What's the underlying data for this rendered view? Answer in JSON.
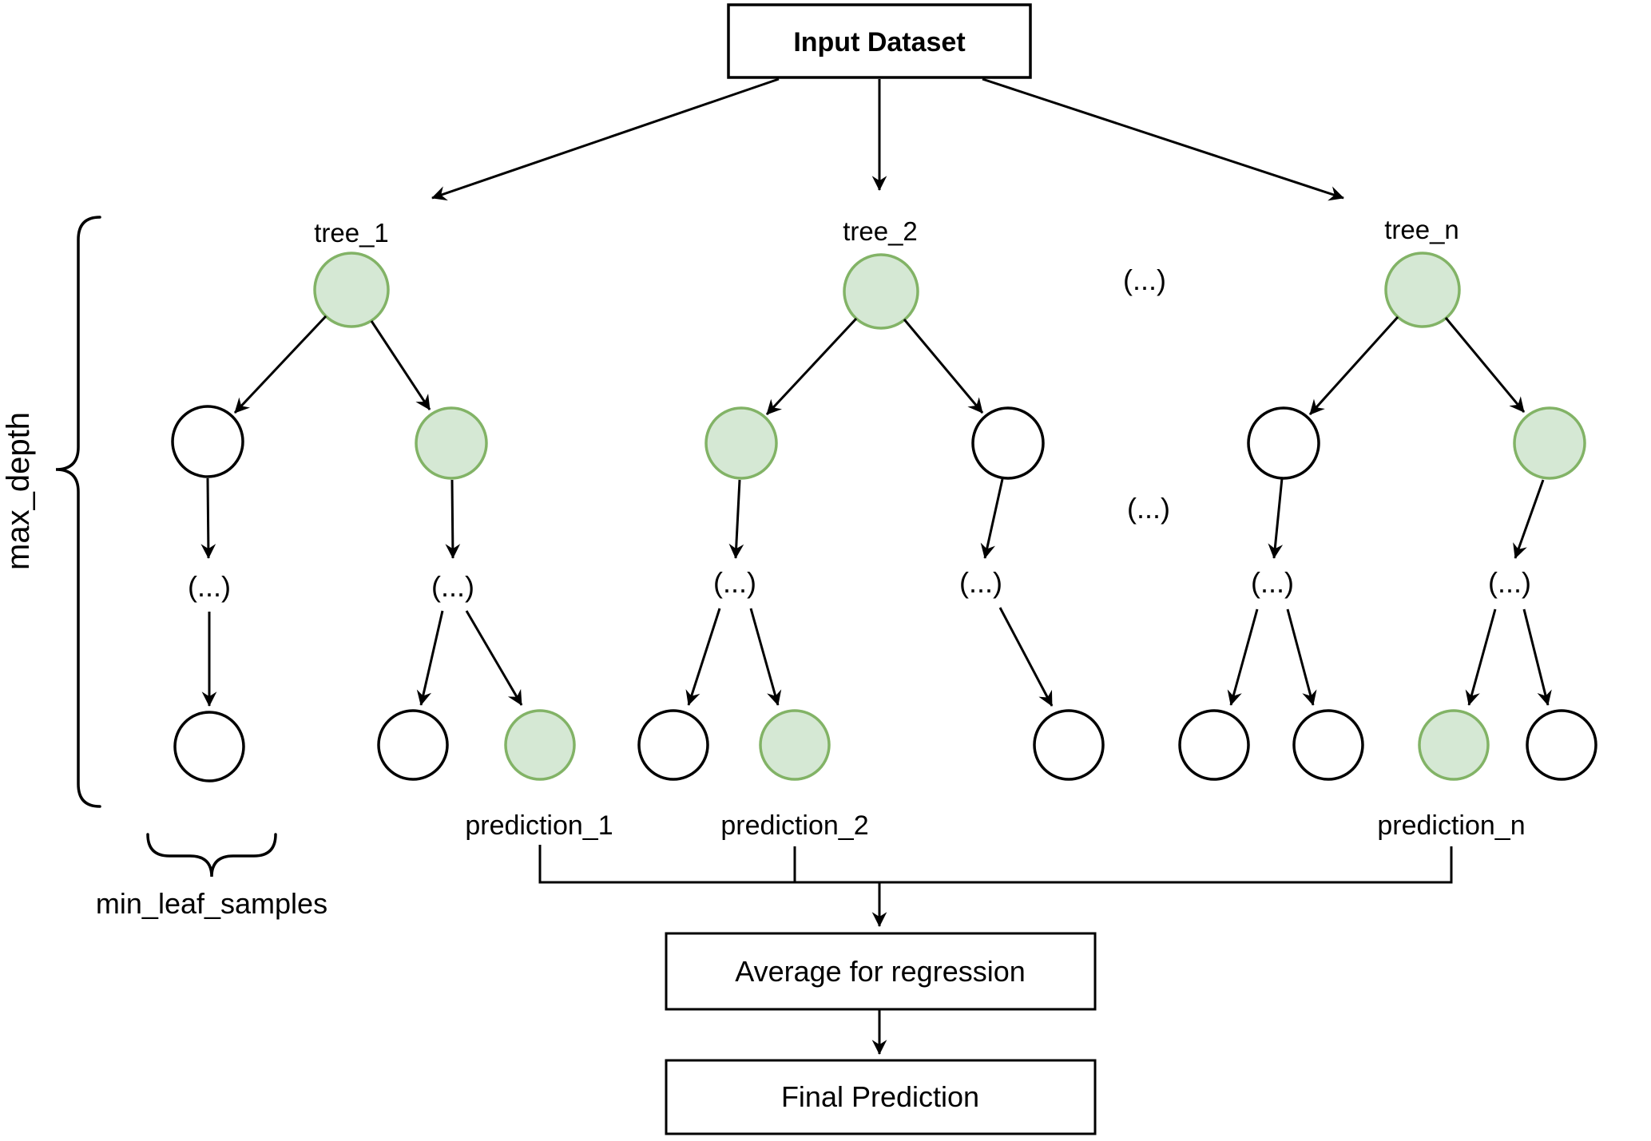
{
  "figure": {
    "input_box_label": "Input Dataset",
    "ellipsis": "(...)",
    "trees": [
      {
        "label": "tree_1",
        "prediction_label": "prediction_1"
      },
      {
        "label": "tree_2",
        "prediction_label": "prediction_2"
      },
      {
        "label": "tree_n",
        "prediction_label": "prediction_n"
      }
    ],
    "params": {
      "max_depth": "max_depth",
      "min_leaf_samples": "min_leaf_samples"
    },
    "aggregate_box_label": "Average for regression",
    "final_box_label": "Final Prediction",
    "colors": {
      "background": "#ffffff",
      "text": "#000000",
      "edge": "#000000",
      "node_fill": "#ffffff",
      "node_stroke": "#000000",
      "highlight_fill": "#d5e8d4",
      "highlight_stroke": "#82b366"
    }
  }
}
